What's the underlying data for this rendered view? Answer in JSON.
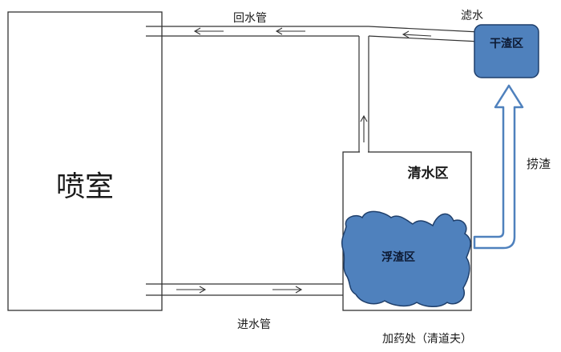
{
  "labels": {
    "spray_room": "喷室",
    "clear_water_zone": "清水区",
    "floating_sludge_zone": "浮渣区",
    "dry_sludge_zone": "干渣区",
    "return_pipe": "回水管",
    "inlet_pipe": "进水管",
    "filtered_water": "滤水",
    "sludge_removal": "捞渣",
    "dosing_point": "加药处（清道夫）"
  },
  "colors": {
    "zone_fill": "#4F81BD",
    "zone_stroke": "#1F3F6B",
    "line": "#333333",
    "arrow_outline": "#4F81BD"
  }
}
